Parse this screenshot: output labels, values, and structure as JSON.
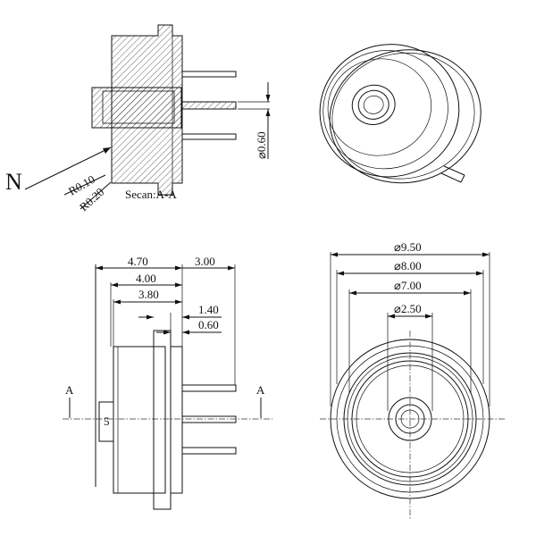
{
  "section": {
    "label_n": "N",
    "r010": "R0.10",
    "r020": "R0.20",
    "caption": "Secan:A-A",
    "d060": "⌀0.60"
  },
  "side": {
    "d470": "4.70",
    "d400": "4.00",
    "d380": "3.80",
    "d300": "3.00",
    "d140": "1.40",
    "d060": "0.60",
    "cut_left": "A",
    "cut_right": "A"
  },
  "front": {
    "d950": "⌀9.50",
    "d800": "⌀8.00",
    "d700": "⌀7.00",
    "d250": "⌀2.50"
  }
}
